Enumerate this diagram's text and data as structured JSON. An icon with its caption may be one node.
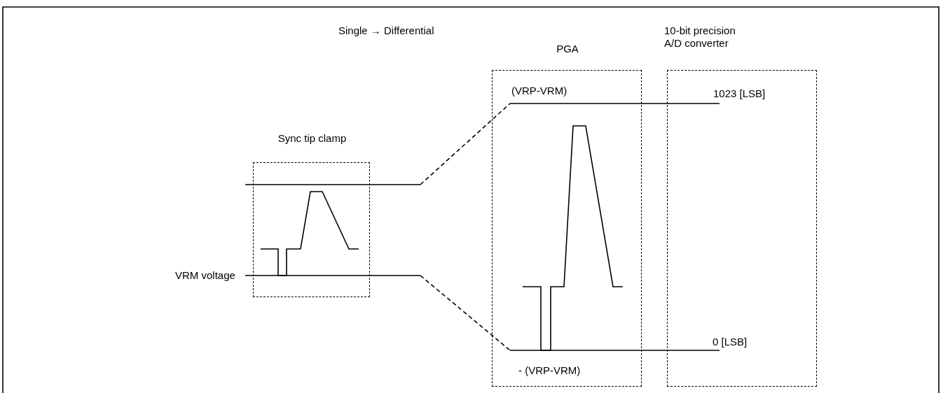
{
  "diagram": {
    "nodes": [
      {
        "text": [
          "Sync tip clamp"
        ]
      },
      {
        "text": [
          "PGA"
        ]
      },
      {
        "text": [
          "10-bit precision A/D converter"
        ]
      }
    ],
    "labels": [
      "Single → Differential",
      "(VRP-VRM)",
      "1023 [LSB]",
      "VRM voltage",
      "0 [LSB]",
      "- (VRP-VRM)"
    ]
  }
}
